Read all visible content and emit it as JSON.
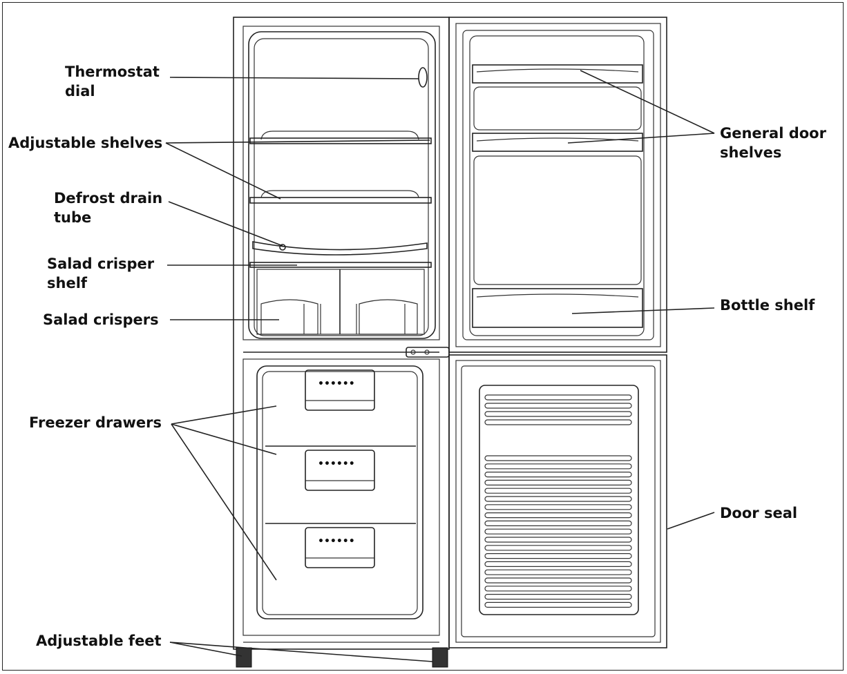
{
  "labels": {
    "thermostat_dial": [
      "Thermostat",
      "dial"
    ],
    "adjustable_shelves": [
      "Adjustable shelves"
    ],
    "defrost_drain_tube": [
      "Defrost drain",
      "tube"
    ],
    "salad_crisper_shelf": [
      "Salad crisper",
      "shelf"
    ],
    "salad_crispers": [
      "Salad crispers"
    ],
    "freezer_drawers": [
      "Freezer drawers"
    ],
    "adjustable_feet": [
      "Adjustable feet"
    ],
    "general_door_shelves": [
      "General door",
      "shelves"
    ],
    "bottle_shelf": [
      "Bottle shelf"
    ],
    "door_seal": [
      "Door seal"
    ]
  }
}
